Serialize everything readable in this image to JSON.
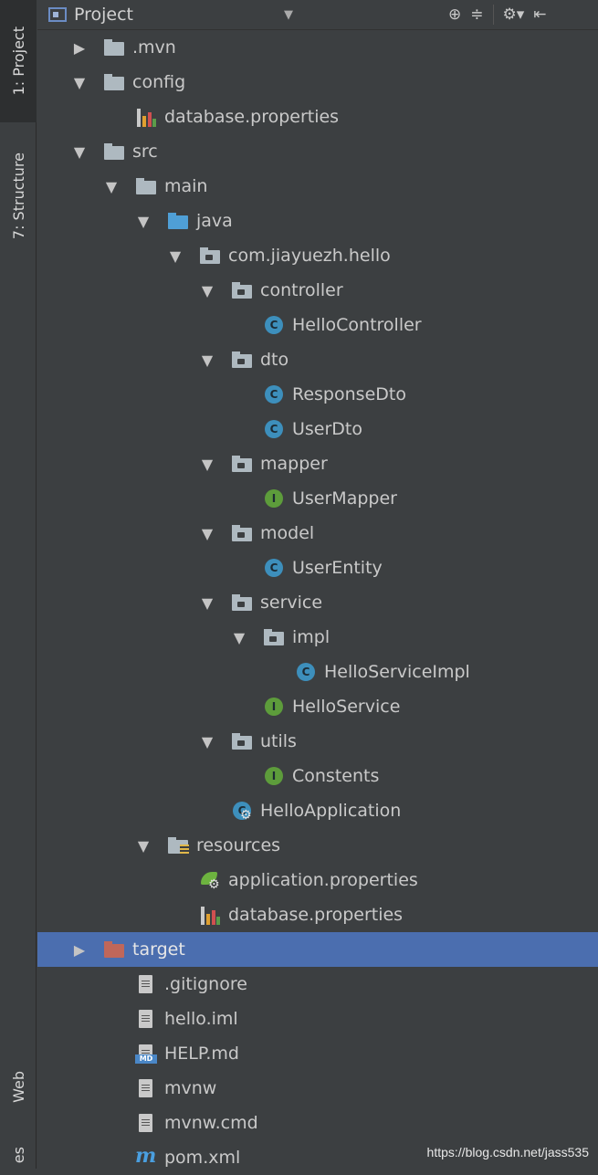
{
  "sidebar": {
    "project_tab": "1: Project",
    "structure_tab": "7: Structure",
    "web_tab": "Web",
    "bottom_tab_partial": "es"
  },
  "header": {
    "title": "Project",
    "dropdown_icon": "caret-down-icon",
    "tools": [
      "locate-icon",
      "collapse-icon",
      "gear-icon",
      "hide-icon"
    ]
  },
  "tree": [
    {
      "label": ".mvn",
      "depth": 0,
      "arrow": "right",
      "icon": "folder"
    },
    {
      "label": "config",
      "depth": 0,
      "arrow": "down",
      "icon": "folder"
    },
    {
      "label": "database.properties",
      "depth": 1,
      "arrow": "",
      "icon": "properties"
    },
    {
      "label": "src",
      "depth": 0,
      "arrow": "down",
      "icon": "folder"
    },
    {
      "label": "main",
      "depth": 1,
      "arrow": "down",
      "icon": "folder"
    },
    {
      "label": "java",
      "depth": 2,
      "arrow": "down",
      "icon": "folder-src"
    },
    {
      "label": "com.jiayuezh.hello",
      "depth": 3,
      "arrow": "down",
      "icon": "package"
    },
    {
      "label": "controller",
      "depth": 4,
      "arrow": "down",
      "icon": "package"
    },
    {
      "label": "HelloController",
      "depth": 5,
      "arrow": "",
      "icon": "class"
    },
    {
      "label": "dto",
      "depth": 4,
      "arrow": "down",
      "icon": "package"
    },
    {
      "label": "ResponseDto",
      "depth": 5,
      "arrow": "",
      "icon": "class"
    },
    {
      "label": "UserDto",
      "depth": 5,
      "arrow": "",
      "icon": "class"
    },
    {
      "label": "mapper",
      "depth": 4,
      "arrow": "down",
      "icon": "package"
    },
    {
      "label": "UserMapper",
      "depth": 5,
      "arrow": "",
      "icon": "interface"
    },
    {
      "label": "model",
      "depth": 4,
      "arrow": "down",
      "icon": "package"
    },
    {
      "label": "UserEntity",
      "depth": 5,
      "arrow": "",
      "icon": "class"
    },
    {
      "label": "service",
      "depth": 4,
      "arrow": "down",
      "icon": "package"
    },
    {
      "label": "impl",
      "depth": 5,
      "arrow": "down",
      "icon": "package"
    },
    {
      "label": "HelloServiceImpl",
      "depth": 6,
      "arrow": "",
      "icon": "class"
    },
    {
      "label": "HelloService",
      "depth": 5,
      "arrow": "",
      "icon": "interface"
    },
    {
      "label": "utils",
      "depth": 4,
      "arrow": "down",
      "icon": "package"
    },
    {
      "label": "Constents",
      "depth": 5,
      "arrow": "",
      "icon": "interface"
    },
    {
      "label": "HelloApplication",
      "depth": 4,
      "arrow": "",
      "icon": "spring-app"
    },
    {
      "label": "resources",
      "depth": 2,
      "arrow": "down",
      "icon": "folder-res"
    },
    {
      "label": "application.properties",
      "depth": 3,
      "arrow": "",
      "icon": "spring-props"
    },
    {
      "label": "database.properties",
      "depth": 3,
      "arrow": "",
      "icon": "properties"
    },
    {
      "label": "target",
      "depth": 0,
      "arrow": "right",
      "icon": "folder-excluded",
      "selected": true
    },
    {
      "label": ".gitignore",
      "depth": 1,
      "arrow": "",
      "icon": "text"
    },
    {
      "label": "hello.iml",
      "depth": 1,
      "arrow": "",
      "icon": "iml"
    },
    {
      "label": "HELP.md",
      "depth": 1,
      "arrow": "",
      "icon": "markdown"
    },
    {
      "label": "mvnw",
      "depth": 1,
      "arrow": "",
      "icon": "text"
    },
    {
      "label": "mvnw.cmd",
      "depth": 1,
      "arrow": "",
      "icon": "text"
    },
    {
      "label": "pom.xml",
      "depth": 1,
      "arrow": "",
      "icon": "maven"
    }
  ],
  "watermark": "https://blog.csdn.net/jass535"
}
